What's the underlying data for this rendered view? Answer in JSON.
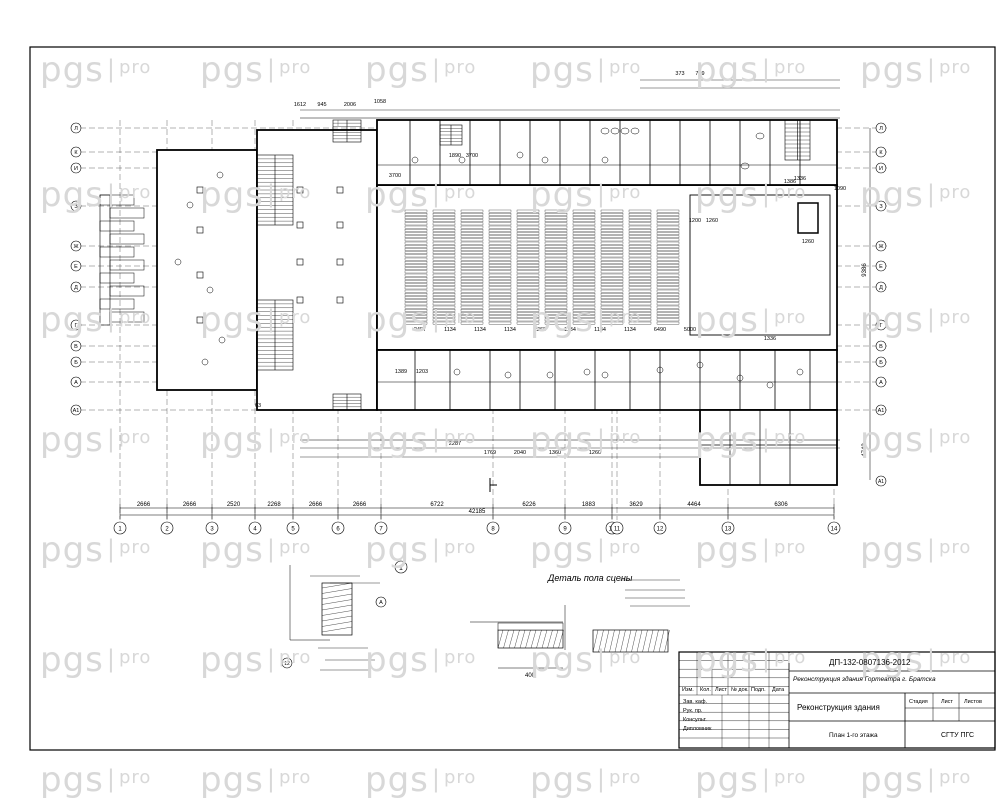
{
  "watermark": {
    "brand": "pgs",
    "separator": "|",
    "suffix": "pro"
  },
  "drawing": {
    "axes_numeric": [
      "1",
      "2",
      "3",
      "4",
      "5",
      "6",
      "7",
      "8",
      "9",
      "10",
      "11",
      "12",
      "13",
      "14"
    ],
    "axes_letter": [
      "Л",
      "К",
      "И",
      "З",
      "Ж",
      "Е",
      "Д",
      "Г",
      "В",
      "Б",
      "А",
      "А1"
    ],
    "bottom_dims": [
      "2666",
      "2666",
      "2520",
      "2268",
      "2666",
      "2666",
      "6722",
      "6226",
      "1883",
      "3629",
      "4464",
      "6306"
    ],
    "overall_dim": "42185",
    "right_dims": [
      "9386",
      "4743"
    ],
    "detail_caption": "Деталь пола сцены",
    "detail_number": "1",
    "detail_width": "400",
    "hall_row_labels": [
      "2457",
      "1134",
      "1134",
      "1134",
      "2268",
      "1134",
      "1134",
      "1134",
      "6490",
      "5000"
    ],
    "misc_labels": [
      "1200",
      "1260",
      "1260",
      "1336",
      "1336",
      "1386",
      "1389",
      "1203",
      "1890",
      "3700",
      "3700",
      "1612",
      "945",
      "2006",
      "1058",
      "2287",
      "1769",
      "2040",
      "1360",
      "1260",
      "373",
      "769",
      "63",
      "1090"
    ]
  },
  "title_block": {
    "code": "ДП-132-0807136-2012",
    "subject": "Реконструкция здания Гортеатра г. Братска",
    "project": "Реконструкция здания",
    "sheet_name": "План 1-го этажа",
    "organization": "СГТУ ПГС",
    "columns": [
      "Изм.",
      "Кол.",
      "Лист",
      "№ док.",
      "Подп.",
      "Дата"
    ],
    "roles": [
      "Зав. каф.",
      "Рук. пр.",
      "Консульт.",
      "Дипломник"
    ],
    "stage_headers": [
      "Стадия",
      "Лист",
      "Листов"
    ],
    "stage_values": [
      "",
      "",
      ""
    ]
  }
}
